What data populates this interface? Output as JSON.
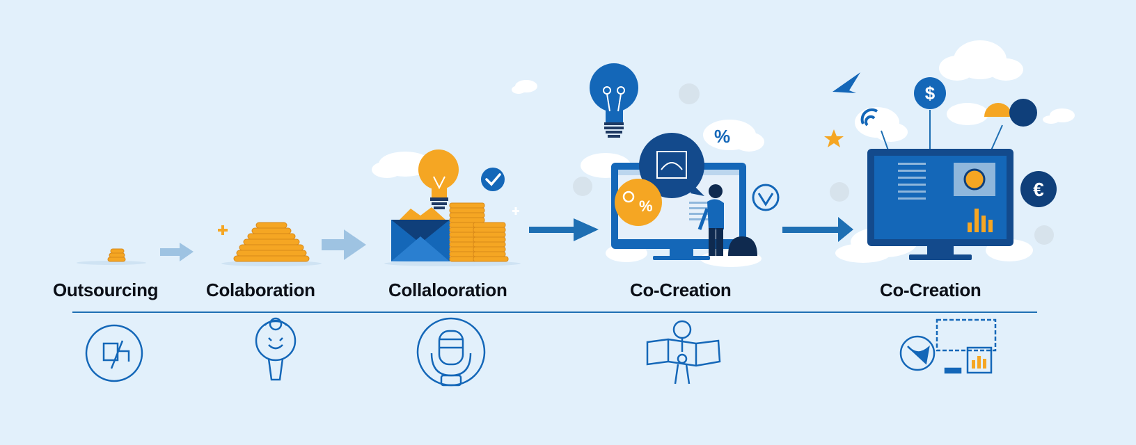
{
  "stages": [
    {
      "label": "Outsourcing"
    },
    {
      "label": "Colaboration"
    },
    {
      "label": "Collalooration"
    },
    {
      "label": "Co-Creation"
    },
    {
      "label": "Co-Creation"
    }
  ],
  "badges": {
    "percent_large": "%",
    "percent_small": "%"
  },
  "icons": [
    "handshake-icon",
    "smiling-lightbulb-icon",
    "microphone-icon",
    "person-with-map-icon",
    "analytics-dashboard-icon"
  ],
  "colors": {
    "background": "#e2f0fb",
    "primary_blue": "#1467b8",
    "dark_blue": "#0f3f7a",
    "gold": "#f5a623",
    "light_arrow": "#9ec3e2",
    "text": "#0b0f17"
  }
}
